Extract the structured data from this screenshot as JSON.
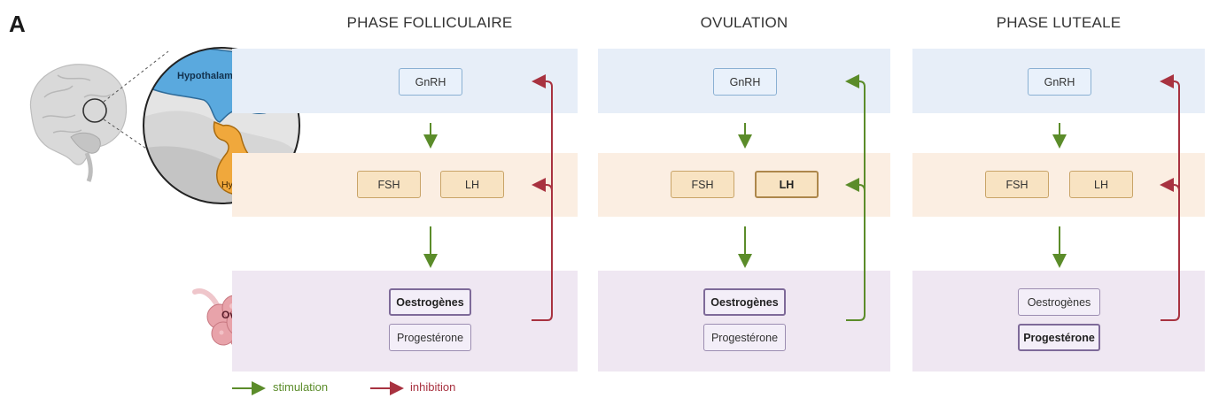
{
  "panel_letter": "A",
  "phases": [
    {
      "title": "PHASE FOLLICULAIRE",
      "gnrh": "GnRH",
      "fsh": "FSH",
      "lh": "LH",
      "lh_bold": false,
      "oestrogenes": "Oestrogènes",
      "oestro_bold": true,
      "progesterone": "Progestérone",
      "proges_bold": false,
      "feedback": "inhibition"
    },
    {
      "title": "OVULATION",
      "gnrh": "GnRH",
      "fsh": "FSH",
      "lh": "LH",
      "lh_bold": true,
      "oestrogenes": "Oestrogènes",
      "oestro_bold": true,
      "progesterone": "Progestérone",
      "proges_bold": false,
      "feedback": "stimulation"
    },
    {
      "title": "PHASE LUTEALE",
      "gnrh": "GnRH",
      "fsh": "FSH",
      "lh": "LH",
      "lh_bold": false,
      "oestrogenes": "Oestrogènes",
      "oestro_bold": false,
      "progesterone": "Progestérone",
      "proges_bold": true,
      "feedback": "inhibition"
    }
  ],
  "anatomy": {
    "hypothalamus": "Hypothalamus",
    "hypophyse": "Hypophyse",
    "ovaire": "Ovaire"
  },
  "legend": {
    "stimulation": "stimulation",
    "inhibition": "inhibition"
  },
  "colors": {
    "stimulation": "#5b8c2a",
    "inhibition": "#a83240",
    "hypothalamus": "#5aa9de",
    "hypophyse": "#f0a83c",
    "ovary": "#e8a3aa"
  }
}
